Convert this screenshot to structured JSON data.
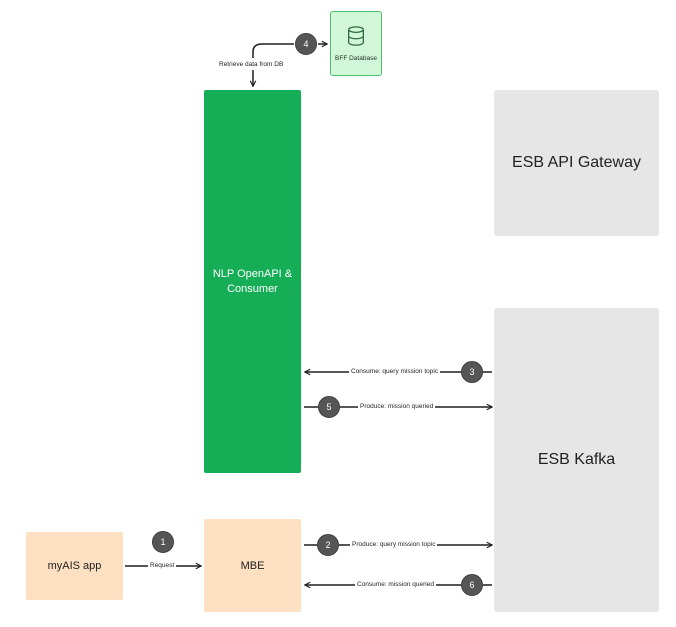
{
  "nodes": {
    "bff_database": "BFF Database",
    "nlp_openapi": "NLP OpenAPI &\nConsumer",
    "esb_api_gateway": "ESB API Gateway",
    "esb_kafka": "ESB Kafka",
    "myais_app": "myAIS app",
    "mbe": "MBE"
  },
  "edges": [
    {
      "step": "4",
      "label": "Retrieve data from DB"
    },
    {
      "step": "3",
      "label": "Consume: query mission topic"
    },
    {
      "step": "5",
      "label": "Produce: mission queried"
    },
    {
      "step": "1",
      "label": "Request"
    },
    {
      "step": "2",
      "label": "Produce: query mission topic"
    },
    {
      "step": "6",
      "label": "Consume: mission queried"
    }
  ],
  "colors": {
    "green": "#16ad57",
    "peach": "#fddfc1",
    "gray": "#e6e6e6",
    "db_fill": "#d2f7d8",
    "badge": "#555555"
  },
  "icons": {
    "bff_database": "database-icon"
  }
}
